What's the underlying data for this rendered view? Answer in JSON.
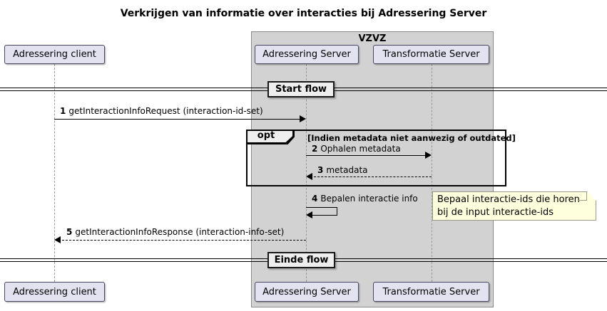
{
  "title": "Verkrijgen van informatie over interacties bij Adressering Server",
  "group_box": {
    "label": "VZVZ"
  },
  "participants": [
    {
      "id": "adressering-client",
      "label": "Adressering client"
    },
    {
      "id": "adressering-server",
      "label": "Adressering Server"
    },
    {
      "id": "transformatie-server",
      "label": "Transformatie Server"
    }
  ],
  "dividers": [
    {
      "label": "Start flow"
    },
    {
      "label": "Einde flow"
    }
  ],
  "fragment": {
    "operator": "opt",
    "guard": "[Indien metadata niet aanwezig of outdated]"
  },
  "messages": [
    {
      "num": "1",
      "text": "getInteractionInfoRequest (interaction-id-set)",
      "from": "Adressering client",
      "to": "Adressering Server",
      "style": "solid"
    },
    {
      "num": "2",
      "text": "Ophalen metadata",
      "from": "Adressering Server",
      "to": "Transformatie Server",
      "style": "solid"
    },
    {
      "num": "3",
      "text": "metadata",
      "from": "Transformatie Server",
      "to": "Adressering Server",
      "style": "return-dashed"
    },
    {
      "num": "4",
      "text": "Bepalen interactie info",
      "from": "Adressering Server",
      "to": "Adressering Server",
      "style": "self"
    },
    {
      "num": "5",
      "text": "getInteractionInfoResponse (interaction-info-set)",
      "from": "Adressering Server",
      "to": "Adressering client",
      "style": "return-dashed"
    }
  ],
  "note": {
    "lines": [
      "Bepaal interactie-ids die horen",
      "bij de input interactie-ids"
    ]
  },
  "colors": {
    "participant_fill": "#E2E2F0",
    "participant_border": "#46465f",
    "box_fill": "#D2D2D2",
    "box_border": "#888888",
    "note_fill": "#FEFFDD",
    "note_border": "#9a9a8a",
    "lifeline": "#999999",
    "divider_fill": "#EEEEEE"
  }
}
